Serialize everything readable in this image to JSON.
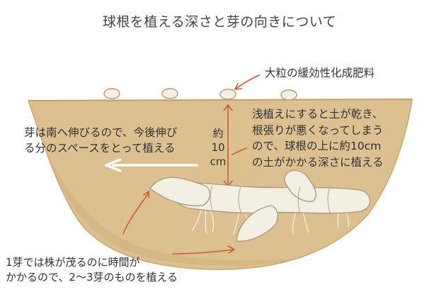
{
  "title": "球根を植える深さと芽の向きについて",
  "annotations": {
    "fertilizer": "大粒の緩効性化成肥料",
    "shallow_warning": "浅植えにすると土が乾き、\n根張りが悪くなってしまう\nので、球根の上に約10cm\nの土がかかる深さに植える",
    "sprout_direction": "芽は南へ伸びるので、今後伸び\nる分のスペースをとって植える",
    "depth": "約\n10\ncm",
    "bud_count": "1芽では株が茂るのに時間が\nかかるので、2〜3芽のものを植える"
  },
  "colors": {
    "soil": "#dcc08f",
    "soil_shade": "#cdae79",
    "tuber": "#f3efe2",
    "arrow": "#d05a2e",
    "direction_arrow": "#ffffff"
  },
  "icons": [
    "fertilizer-pellet-icon",
    "tuber-illustration",
    "root-hair-icon"
  ]
}
